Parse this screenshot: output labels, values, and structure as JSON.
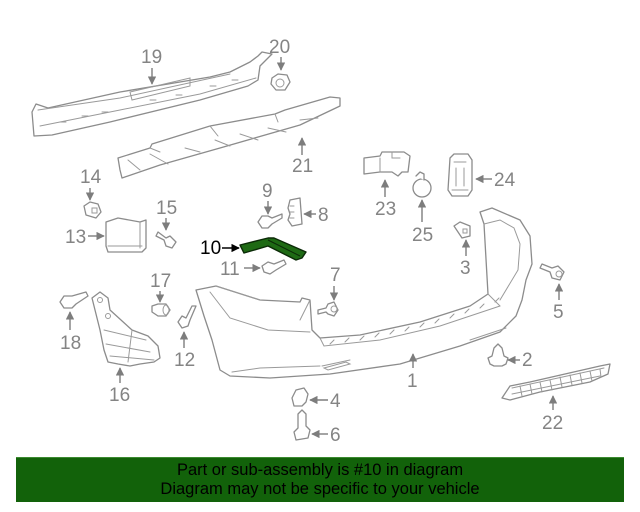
{
  "diagram": {
    "title": "Rear bumper assembly parts diagram",
    "highlighted_callout": "10",
    "highlight_color": "#1e6a14",
    "callouts": {
      "c1": "1",
      "c2": "2",
      "c3": "3",
      "c4": "4",
      "c5": "5",
      "c6": "6",
      "c7": "7",
      "c8": "8",
      "c9": "9",
      "c10": "10",
      "c11": "11",
      "c12": "12",
      "c13": "13",
      "c14": "14",
      "c15": "15",
      "c16": "16",
      "c17": "17",
      "c18": "18",
      "c19": "19",
      "c20": "20",
      "c21": "21",
      "c22": "22",
      "c23": "23",
      "c24": "24",
      "c25": "25"
    }
  },
  "banner": {
    "line1": "Part or sub-assembly is #10 in diagram",
    "line2": "Diagram may not be specific to your vehicle",
    "background": "#12620a"
  }
}
